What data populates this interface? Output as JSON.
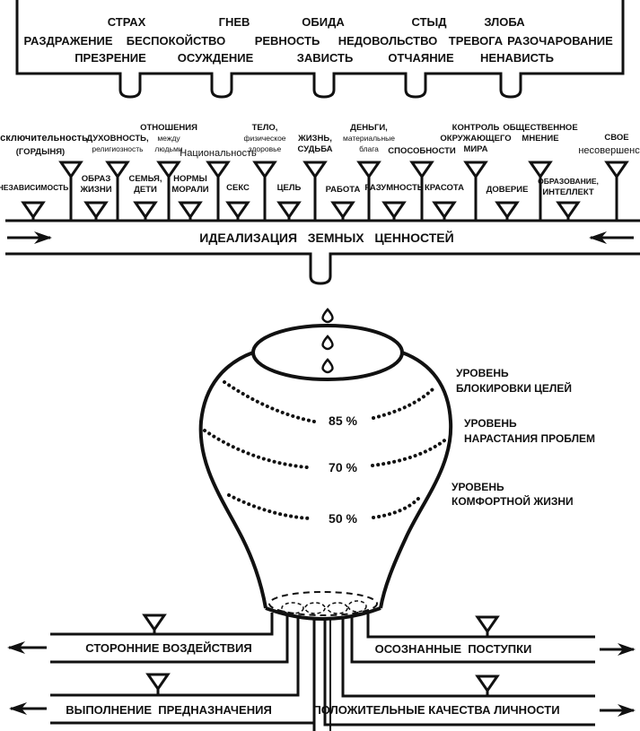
{
  "colors": {
    "ink": "#111111",
    "background": "#ffffff"
  },
  "top_tank": {
    "rows": [
      [
        "СТРАХ",
        "ГНЕВ",
        "ОБИДА",
        "СТЫД",
        "ЗЛОБА"
      ],
      [
        "РАЗДРАЖЕНИЕ",
        "БЕСПОКОЙСТВО",
        "РЕВНОСТЬ",
        "НЕДОВОЛЬСТВО",
        "ТРЕВОГА",
        "РАЗОЧАРОВАНИЕ"
      ],
      [
        "ПРЕЗРЕНИЕ",
        "ОСУЖДЕНИЕ",
        "ЗАВИСТЬ",
        "ОТЧАЯНИЕ",
        "НЕНАВИСТЬ"
      ]
    ]
  },
  "pipe": {
    "label": "ИДЕАЛИЗАЦИЯ   ЗЕМНЫХ   ЦЕННОСТЕЙ",
    "tall_valves": [
      {
        "lines": [
          "Исключительность",
          "(ГОРДЫНЯ)"
        ]
      },
      {
        "lines": [
          "ДУХОВНОСТЬ,",
          "религиозность"
        ]
      },
      {
        "lines": [
          "ОТНОШЕНИЯ",
          "между",
          "людьми"
        ]
      },
      {
        "lines": [
          "Национальность"
        ]
      },
      {
        "lines": [
          "ТЕЛО,",
          "физическое",
          "здоровье"
        ]
      },
      {
        "lines": [
          "ЖИЗНЬ,",
          "СУДЬБА"
        ]
      },
      {
        "lines": [
          "ДЕНЬГИ,",
          "материальные",
          "блага"
        ]
      },
      {
        "lines": [
          "СПОСОБНОСТИ"
        ]
      },
      {
        "lines": [
          "КОНТРОЛЬ",
          "ОКРУЖАЮЩЕГО",
          "МИРА"
        ]
      },
      {
        "lines": [
          "ОБЩЕСТВЕННОЕ",
          "МНЕНИЕ"
        ]
      },
      {
        "lines": [
          "СВОЕ",
          "несовершенство"
        ]
      }
    ],
    "short_valves": [
      {
        "lines": [
          "НЕЗАВИСИМОСТЬ"
        ]
      },
      {
        "lines": [
          "ОБРАЗ",
          "ЖИЗНИ"
        ]
      },
      {
        "lines": [
          "СЕМЬЯ,",
          "ДЕТИ"
        ]
      },
      {
        "lines": [
          "НОРМЫ",
          "МОРАЛИ"
        ]
      },
      {
        "lines": [
          "СЕКС"
        ]
      },
      {
        "lines": [
          "ЦЕЛЬ"
        ]
      },
      {
        "lines": [
          "РАБОТА"
        ]
      },
      {
        "lines": [
          "РАЗУМНОСТЬ"
        ]
      },
      {
        "lines": [
          "КРАСОТА"
        ]
      },
      {
        "lines": [
          "ДОВЕРИЕ"
        ]
      },
      {
        "lines": [
          "ОБРАЗОВАНИЕ,",
          "ИНТЕЛЛЕКТ"
        ]
      }
    ]
  },
  "vessel": {
    "drops": 3,
    "levels": [
      {
        "percent": "85 %",
        "label_lines": [
          "УРОВЕНЬ",
          "БЛОКИРОВКИ ЦЕЛЕЙ"
        ]
      },
      {
        "percent": "70 %",
        "label_lines": [
          "УРОВЕНЬ",
          "НАРАСТАНИЯ ПРОБЛЕМ"
        ]
      },
      {
        "percent": "50 %",
        "label_lines": [
          "УРОВЕНЬ",
          "КОМФОРТНОЙ ЖИЗНИ"
        ]
      }
    ]
  },
  "outflows": {
    "left": [
      {
        "label": "СТОРОННИЕ ВОЗДЕЙСТВИЯ"
      },
      {
        "label": "ВЫПОЛНЕНИЕ  ПРЕДНАЗНАЧЕНИЯ"
      }
    ],
    "right": [
      {
        "label": "ОСОЗНАННЫЕ  ПОСТУПКИ"
      },
      {
        "label": "ПОЛОЖИТЕЛЬНЫЕ КАЧЕСТВА ЛИЧНОСТИ"
      }
    ]
  }
}
